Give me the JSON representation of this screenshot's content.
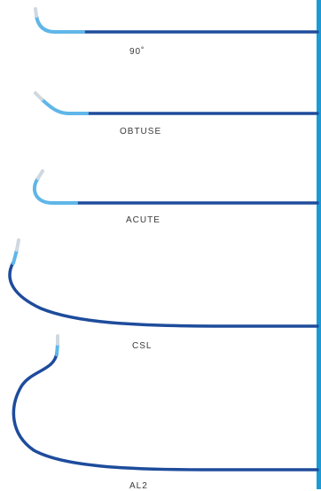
{
  "colors": {
    "shaft": "#1e4c9c",
    "shaft_edge": "#163a7a",
    "tip_light": "#5fb6e8",
    "tip_end": "#cfd8e0",
    "accent_bar": "#1a9bd6",
    "label": "#3a3a3a"
  },
  "catheters": [
    {
      "id": "90",
      "label": "90˚"
    },
    {
      "id": "obtuse",
      "label": "OBTUSE"
    },
    {
      "id": "acute",
      "label": "ACUTE"
    },
    {
      "id": "csl",
      "label": "CSL"
    },
    {
      "id": "al2",
      "label": "AL2"
    }
  ]
}
